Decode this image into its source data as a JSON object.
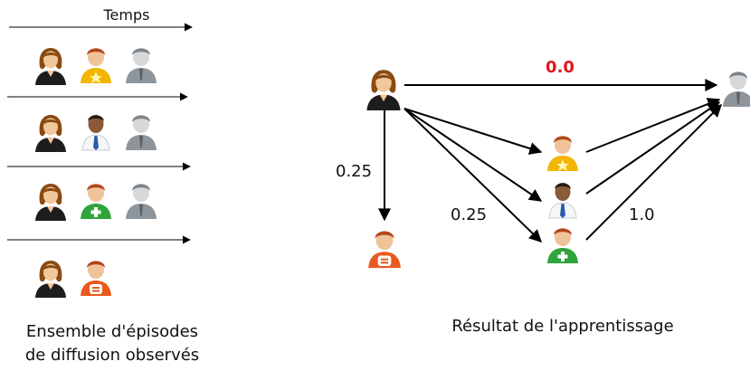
{
  "left_panel": {
    "time_label": "Temps",
    "caption_line1": "Ensemble d'épisodes",
    "caption_line2": "de diffusion observés",
    "episodes": [
      {
        "avatars": [
          "woman-avatar",
          "star-man-avatar",
          "grey-man-avatar"
        ]
      },
      {
        "avatars": [
          "woman-avatar",
          "tie-man-avatar",
          "grey-man-avatar"
        ]
      },
      {
        "avatars": [
          "woman-avatar",
          "plus-man-avatar",
          "grey-man-avatar"
        ]
      },
      {
        "avatars": [
          "woman-avatar",
          "blogger-man-avatar"
        ]
      }
    ]
  },
  "right_panel": {
    "caption": "Résultat de l'apprentissage",
    "edge_labels": {
      "top": "0.0",
      "left_down": "0.25",
      "diagonal": "0.25",
      "right_up": "1.0"
    },
    "colors": {
      "top_label": "#e0161b",
      "woman_hair": "#8a4a12",
      "star_shirt": "#f2b500",
      "plus_shirt": "#2fa43a",
      "blogger_shirt": "#e85a1e",
      "grey_man": "#9aa1a6"
    }
  }
}
